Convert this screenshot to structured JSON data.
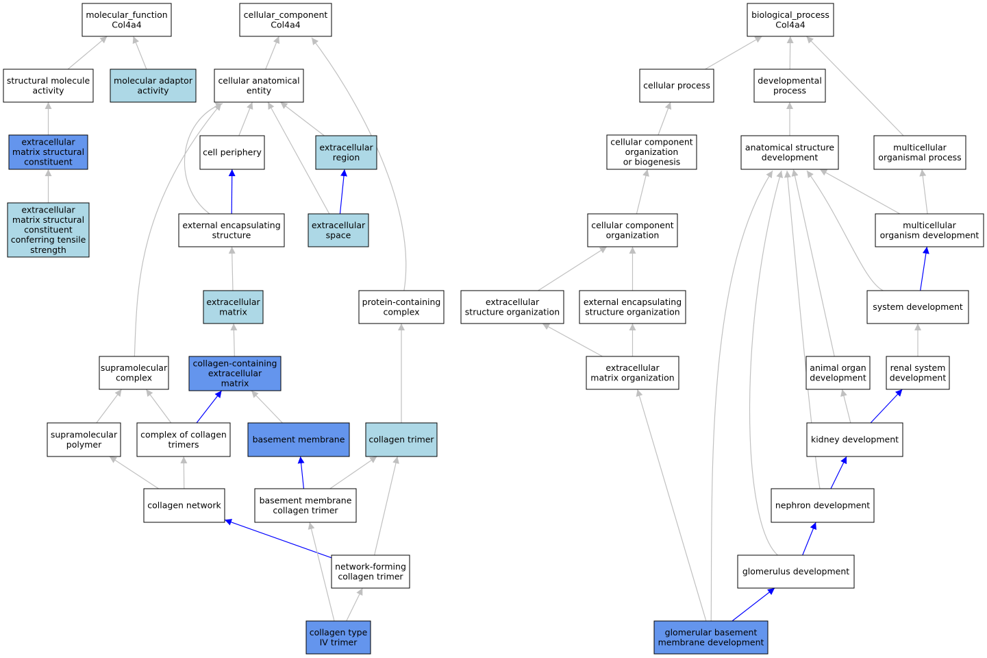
{
  "colors": {
    "plain": "#ffffff",
    "light": "#add8e6",
    "highlight": "#6495ed",
    "edge_gray": "#c0c0c0",
    "edge_blue": "#0000ff"
  },
  "nodes": [
    {
      "id": "mf",
      "lines": [
        "molecular_function",
        "Col4a4"
      ],
      "fill": "plain"
    },
    {
      "id": "sma",
      "lines": [
        "structural molecule",
        "activity"
      ],
      "fill": "plain"
    },
    {
      "id": "maa",
      "lines": [
        "molecular adaptor",
        "activity"
      ],
      "fill": "light"
    },
    {
      "id": "emsc",
      "lines": [
        "extracellular",
        "matrix structural",
        "constituent"
      ],
      "fill": "highlight"
    },
    {
      "id": "emsc2",
      "lines": [
        "extracellular",
        "matrix structural",
        "constituent",
        "conferring tensile",
        "strength"
      ],
      "fill": "light"
    },
    {
      "id": "cc",
      "lines": [
        "cellular_component",
        "Col4a4"
      ],
      "fill": "plain"
    },
    {
      "id": "cae",
      "lines": [
        "cellular anatomical",
        "entity"
      ],
      "fill": "plain"
    },
    {
      "id": "cp",
      "lines": [
        "cell periphery"
      ],
      "fill": "plain"
    },
    {
      "id": "er",
      "lines": [
        "extracellular",
        "region"
      ],
      "fill": "light"
    },
    {
      "id": "ees",
      "lines": [
        "external encapsulating",
        "structure"
      ],
      "fill": "plain"
    },
    {
      "id": "es",
      "lines": [
        "extracellular",
        "space"
      ],
      "fill": "light"
    },
    {
      "id": "em",
      "lines": [
        "extracellular",
        "matrix"
      ],
      "fill": "light"
    },
    {
      "id": "pcc",
      "lines": [
        "protein-containing",
        "complex"
      ],
      "fill": "plain"
    },
    {
      "id": "supc",
      "lines": [
        "supramolecular",
        "complex"
      ],
      "fill": "plain"
    },
    {
      "id": "ccem",
      "lines": [
        "collagen-containing",
        "extracellular",
        "matrix"
      ],
      "fill": "highlight"
    },
    {
      "id": "supp",
      "lines": [
        "supramolecular",
        "polymer"
      ],
      "fill": "plain"
    },
    {
      "id": "coct",
      "lines": [
        "complex of collagen",
        "trimers"
      ],
      "fill": "plain"
    },
    {
      "id": "bm",
      "lines": [
        "basement membrane"
      ],
      "fill": "highlight"
    },
    {
      "id": "ct",
      "lines": [
        "collagen trimer"
      ],
      "fill": "light"
    },
    {
      "id": "cn",
      "lines": [
        "collagen network"
      ],
      "fill": "plain"
    },
    {
      "id": "bmct",
      "lines": [
        "basement membrane",
        "collagen trimer"
      ],
      "fill": "plain"
    },
    {
      "id": "nfct",
      "lines": [
        "network-forming",
        "collagen trimer"
      ],
      "fill": "plain"
    },
    {
      "id": "ct4",
      "lines": [
        "collagen type",
        "IV trimer"
      ],
      "fill": "highlight"
    },
    {
      "id": "bp",
      "lines": [
        "biological_process",
        "Col4a4"
      ],
      "fill": "plain"
    },
    {
      "id": "cproc",
      "lines": [
        "cellular process"
      ],
      "fill": "plain"
    },
    {
      "id": "dp",
      "lines": [
        "developmental",
        "process"
      ],
      "fill": "plain"
    },
    {
      "id": "ccob",
      "lines": [
        "cellular component",
        "organization",
        "or biogenesis"
      ],
      "fill": "plain"
    },
    {
      "id": "asd",
      "lines": [
        "anatomical structure",
        "development"
      ],
      "fill": "plain"
    },
    {
      "id": "mop",
      "lines": [
        "multicellular",
        "organismal process"
      ],
      "fill": "plain"
    },
    {
      "id": "cco",
      "lines": [
        "cellular component",
        "organization"
      ],
      "fill": "plain"
    },
    {
      "id": "mod",
      "lines": [
        "multicellular",
        "organism development"
      ],
      "fill": "plain"
    },
    {
      "id": "eso",
      "lines": [
        "extracellular",
        "structure organization"
      ],
      "fill": "plain"
    },
    {
      "id": "eeso",
      "lines": [
        "external encapsulating",
        "structure organization"
      ],
      "fill": "plain"
    },
    {
      "id": "sd",
      "lines": [
        "system development"
      ],
      "fill": "plain"
    },
    {
      "id": "emo",
      "lines": [
        "extracellular",
        "matrix organization"
      ],
      "fill": "plain"
    },
    {
      "id": "aod",
      "lines": [
        "animal organ",
        "development"
      ],
      "fill": "plain"
    },
    {
      "id": "rsd",
      "lines": [
        "renal system",
        "development"
      ],
      "fill": "plain"
    },
    {
      "id": "kd",
      "lines": [
        "kidney development"
      ],
      "fill": "plain"
    },
    {
      "id": "nd",
      "lines": [
        "nephron development"
      ],
      "fill": "plain"
    },
    {
      "id": "gd",
      "lines": [
        "glomerulus development"
      ],
      "fill": "plain"
    },
    {
      "id": "gbmd",
      "lines": [
        "glomerular basement",
        "membrane development"
      ],
      "fill": "highlight"
    }
  ],
  "edges": [
    {
      "from": "sma",
      "to": "mf",
      "color": "edge_gray"
    },
    {
      "from": "maa",
      "to": "mf",
      "color": "edge_gray"
    },
    {
      "from": "emsc",
      "to": "sma",
      "color": "edge_gray"
    },
    {
      "from": "emsc2",
      "to": "emsc",
      "color": "edge_gray"
    },
    {
      "from": "cae",
      "to": "cc",
      "color": "edge_gray"
    },
    {
      "from": "pcc",
      "to": "cc",
      "color": "edge_gray"
    },
    {
      "from": "cp",
      "to": "cae",
      "color": "edge_gray"
    },
    {
      "from": "er",
      "to": "cae",
      "color": "edge_gray"
    },
    {
      "from": "es",
      "to": "cae",
      "color": "edge_gray"
    },
    {
      "from": "ees",
      "to": "cae",
      "color": "edge_gray"
    },
    {
      "from": "supc",
      "to": "cae",
      "color": "edge_gray"
    },
    {
      "from": "ees",
      "to": "cp",
      "color": "edge_blue"
    },
    {
      "from": "es",
      "to": "er",
      "color": "edge_blue"
    },
    {
      "from": "em",
      "to": "ees",
      "color": "edge_gray"
    },
    {
      "from": "ccem",
      "to": "em",
      "color": "edge_gray"
    },
    {
      "from": "supp",
      "to": "supc",
      "color": "edge_gray"
    },
    {
      "from": "coct",
      "to": "supc",
      "color": "edge_gray"
    },
    {
      "from": "coct",
      "to": "ccem",
      "color": "edge_blue"
    },
    {
      "from": "bm",
      "to": "ccem",
      "color": "edge_gray"
    },
    {
      "from": "ct",
      "to": "pcc",
      "color": "edge_gray"
    },
    {
      "from": "cn",
      "to": "supp",
      "color": "edge_gray"
    },
    {
      "from": "cn",
      "to": "coct",
      "color": "edge_gray"
    },
    {
      "from": "bmct",
      "to": "bm",
      "color": "edge_blue"
    },
    {
      "from": "bmct",
      "to": "ct",
      "color": "edge_gray"
    },
    {
      "from": "nfct",
      "to": "cn",
      "color": "edge_blue"
    },
    {
      "from": "nfct",
      "to": "ct",
      "color": "edge_gray"
    },
    {
      "from": "ct4",
      "to": "bmct",
      "color": "edge_gray"
    },
    {
      "from": "ct4",
      "to": "nfct",
      "color": "edge_gray"
    },
    {
      "from": "cproc",
      "to": "bp",
      "color": "edge_gray"
    },
    {
      "from": "dp",
      "to": "bp",
      "color": "edge_gray"
    },
    {
      "from": "mop",
      "to": "bp",
      "color": "edge_gray"
    },
    {
      "from": "ccob",
      "to": "cproc",
      "color": "edge_gray"
    },
    {
      "from": "asd",
      "to": "dp",
      "color": "edge_gray"
    },
    {
      "from": "cco",
      "to": "ccob",
      "color": "edge_gray"
    },
    {
      "from": "mod",
      "to": "mop",
      "color": "edge_gray"
    },
    {
      "from": "mod",
      "to": "asd",
      "color": "edge_gray"
    },
    {
      "from": "eso",
      "to": "cco",
      "color": "edge_gray"
    },
    {
      "from": "eeso",
      "to": "cco",
      "color": "edge_gray"
    },
    {
      "from": "sd",
      "to": "mod",
      "color": "edge_blue"
    },
    {
      "from": "sd",
      "to": "asd",
      "color": "edge_gray"
    },
    {
      "from": "emo",
      "to": "eso",
      "color": "edge_gray"
    },
    {
      "from": "emo",
      "to": "eeso",
      "color": "edge_gray"
    },
    {
      "from": "aod",
      "to": "asd",
      "color": "edge_gray"
    },
    {
      "from": "rsd",
      "to": "sd",
      "color": "edge_gray"
    },
    {
      "from": "kd",
      "to": "aod",
      "color": "edge_gray"
    },
    {
      "from": "kd",
      "to": "rsd",
      "color": "edge_blue"
    },
    {
      "from": "nd",
      "to": "kd",
      "color": "edge_blue"
    },
    {
      "from": "nd",
      "to": "asd",
      "color": "edge_gray"
    },
    {
      "from": "gd",
      "to": "nd",
      "color": "edge_blue"
    },
    {
      "from": "gd",
      "to": "asd",
      "color": "edge_gray"
    },
    {
      "from": "gbmd",
      "to": "gd",
      "color": "edge_blue"
    },
    {
      "from": "gbmd",
      "to": "emo",
      "color": "edge_gray"
    },
    {
      "from": "gbmd",
      "to": "asd",
      "color": "edge_gray"
    }
  ]
}
